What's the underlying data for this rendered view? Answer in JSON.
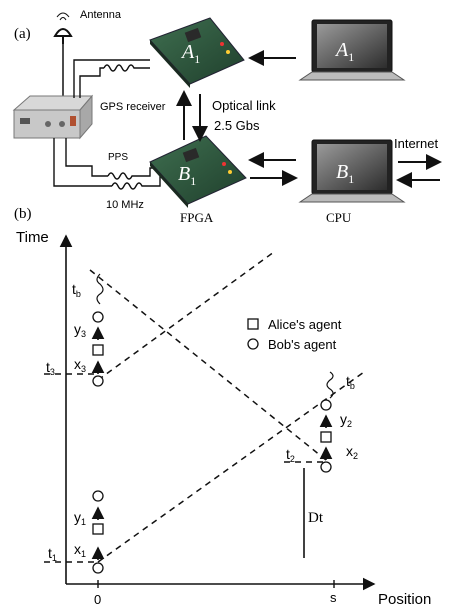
{
  "panel_a": {
    "label": "(a)",
    "antenna_label": "Antenna",
    "gps_label": "GPS receiver",
    "pps_label": "PPS",
    "mhz_label": "10 MHz",
    "optical_link_line1": "Optical link",
    "optical_link_line2": "2.5 Gbs",
    "internet_label": "Internet",
    "fpga_caption": "FPGA",
    "cpu_caption": "CPU",
    "fpga_a_main": "A",
    "fpga_a_sub": "1",
    "fpga_b_main": "B",
    "fpga_b_sub": "1",
    "laptop_a_main": "A",
    "laptop_a_sub": "1",
    "laptop_b_main": "B",
    "laptop_b_sub": "1"
  },
  "panel_b": {
    "label": "(b)",
    "y_axis_label": "Time",
    "x_axis_label": "Position",
    "x_tick_0": "0",
    "x_tick_s": "s",
    "legend_alice": "Alice's agent",
    "legend_bob": "Bob's agent",
    "t1": {
      "main": "t",
      "sub": "1"
    },
    "t2": {
      "main": "t",
      "sub": "2"
    },
    "t3": {
      "main": "t",
      "sub": "3"
    },
    "x1": {
      "main": "x",
      "sub": "1"
    },
    "x2": {
      "main": "x",
      "sub": "2"
    },
    "x3": {
      "main": "x",
      "sub": "3"
    },
    "y1": {
      "main": "y",
      "sub": "1"
    },
    "y2": {
      "main": "y",
      "sub": "2"
    },
    "y3": {
      "main": "y",
      "sub": "3"
    },
    "tb_left": {
      "main": "t",
      "sub": "b"
    },
    "tb_right": {
      "main": "t",
      "sub": "b"
    },
    "dt_label": "Dt"
  }
}
